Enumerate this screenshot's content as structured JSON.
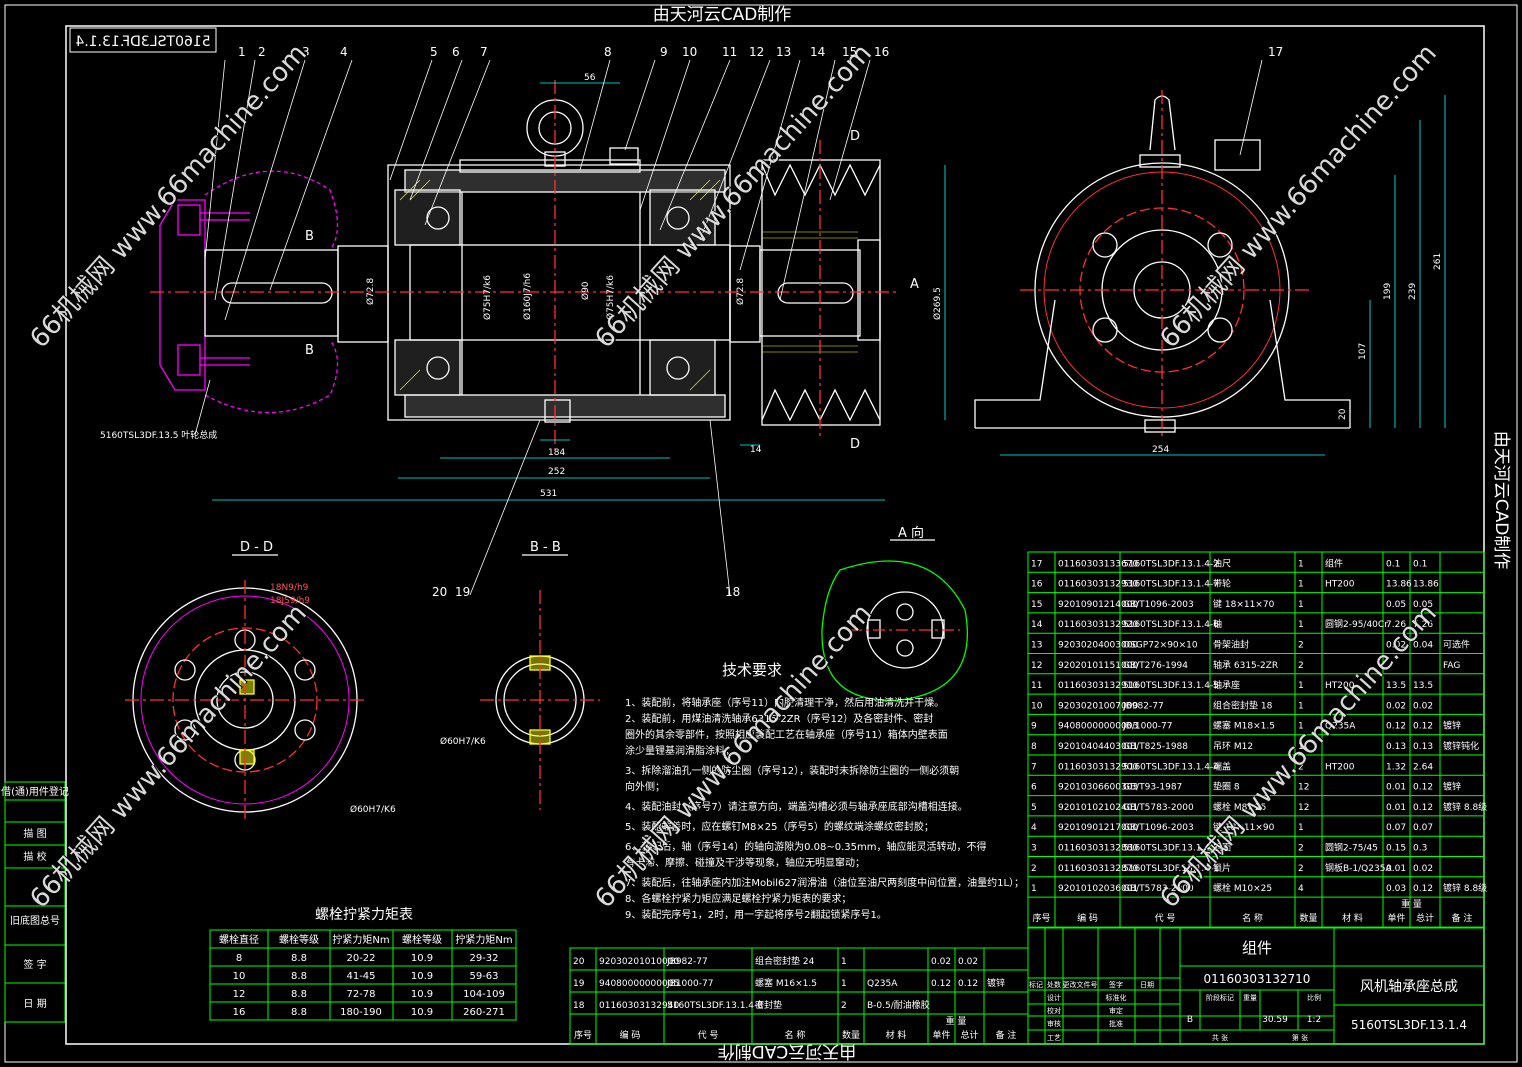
{
  "header": {
    "top_title": "由天河云CAD制作",
    "bottom_title": "由天河云CAD制作",
    "side_title": "由天河云CAD制作",
    "mirrored_code": "5160TSL3DF.13.1.4"
  },
  "balloons": [
    "1",
    "2",
    "3",
    "4",
    "5",
    "6",
    "7",
    "8",
    "9",
    "10",
    "11",
    "12",
    "13",
    "14",
    "15",
    "16",
    "17",
    "18",
    "19",
    "20"
  ],
  "views": {
    "dd": "D - D",
    "bb": "B - B",
    "a_view": "A 向",
    "section_marks": [
      "B",
      "B",
      "A",
      "D",
      "D"
    ]
  },
  "dims": {
    "d531": "531",
    "d252": "252",
    "d184": "184",
    "d14": "14",
    "d254": "254",
    "d56": "56",
    "d261": "261",
    "d239": "239",
    "d199": "199",
    "d107": "107",
    "d20": "20",
    "phi_outer": "Ø269.5",
    "phi90": "Ø90",
    "phi75a": "Ø75H7/k6",
    "phi160": "Ø160J7/h6",
    "phi75b": "Ø75H7/k6",
    "phi728a": "Ø72.8",
    "phi728b": "Ø72.8",
    "phi60a": "Ø60H7/K6",
    "phi60b": "Ø60H7/K6",
    "fit1": "18N9/h9",
    "fit2": "18JS9/h9"
  },
  "leader_note": "5160TSL3DF.13.5 叶轮总成",
  "tech_req": {
    "title": "技术要求",
    "lines": [
      "1、装配前，将轴承座（序号11）内腔清理干净，然后用油清洗并干燥。",
      "2、装配前，用煤油清洗轴承6315-2ZR（序号12）及各密封件、密封",
      "   圈外的其余零部件，按照相应装配工艺在轴承座（序号11）箱体内壁表面",
      "   涂少量锂基润滑脂涂料；",
      "3、拆除溜油孔一侧的防尘圈（序号12），装配时未拆除防尘圈的一侧必须朝",
      "   向外侧；",
      "4、装配油封（序号7）请注意方向，端盖沟槽必须与轴承座底部沟槽相连接。",
      "5、装配端盖时，应在螺钉M8×25（序号5）的螺纹端涂螺纹密封胶；",
      "6、装配后，轴（序号14）的轴向游隙为0.08~0.35mm，轴应能灵活转动，不得",
      "   有卡滞、摩擦、碰撞及干涉等现象，轴应无明显窜动；",
      "7、装配后，往轴承座内加注Mobil627润滑油（油位至油尺两刻度中间位置，油量约1L）；",
      "8、各螺栓拧紧力矩应满足螺栓拧紧力矩表的要求；",
      "9、装配完序号1，2时，用一字起将序号2翻起锁紧序号1。"
    ]
  },
  "torque_table": {
    "title": "螺栓拧紧力矩表",
    "headers": [
      "螺栓直径",
      "螺栓等级",
      "拧紧力矩Nm",
      "螺栓等级",
      "拧紧力矩Nm"
    ],
    "rows": [
      [
        "8",
        "8.8",
        "20-22",
        "10.9",
        "29-32"
      ],
      [
        "10",
        "8.8",
        "41-45",
        "10.9",
        "59-63"
      ],
      [
        "12",
        "8.8",
        "72-78",
        "10.9",
        "104-109"
      ],
      [
        "16",
        "8.8",
        "180-190",
        "10.9",
        "260-271"
      ]
    ]
  },
  "left_stamps": [
    "借(通)用件登记",
    "描  图",
    "描  校",
    "旧底图总号",
    "签  字",
    "日  期"
  ],
  "bom_right": {
    "rows": [
      [
        "17",
        "01160303133670",
        "5160TSL3DF.13.1.4-2",
        "油尺",
        "1",
        "组件",
        "0.1",
        "0.1",
        ""
      ],
      [
        "16",
        "01160303132930",
        "5160TSL3DF.13.1.4-7",
        "带轮",
        "1",
        "HT200",
        "13.86",
        "13.86",
        ""
      ],
      [
        "15",
        "92010901214000",
        "GB/T1096-2003",
        "键 18×11×70",
        "1",
        "",
        "0.05",
        "0.05",
        ""
      ],
      [
        "14",
        "01160303132920",
        "5160TSL3DF.13.1.4-6",
        "轴",
        "1",
        "圆钢2-95/40Cr",
        "7.26",
        "7.26",
        ""
      ],
      [
        "13",
        "92030204003000",
        "OSGP72×90×10",
        "骨架油封",
        "2",
        "",
        "0.02",
        "0.04",
        "可选件"
      ],
      [
        "12",
        "92020101151000",
        "GB/T276-1994",
        "轴承 6315-2ZR",
        "2",
        "",
        "",
        "",
        "FAG"
      ],
      [
        "11",
        "01160303132910",
        "5160TSL3DF.13.1.4-5",
        "轴承座",
        "1",
        "HT200",
        "13.5",
        "13.5",
        ""
      ],
      [
        "10",
        "92030201007000",
        "JB982-77",
        "组合密封垫 18",
        "1",
        "",
        "0.02",
        "0.02",
        ""
      ],
      [
        "9",
        "94080000000003",
        "JB/1000-77",
        "螺塞 M18×1.5",
        "1",
        "Q235A",
        "0.12",
        "0.12",
        "镀锌"
      ],
      [
        "8",
        "92010404403001",
        "GB/T825-1988",
        "吊环 M12",
        "1",
        "",
        "0.13",
        "0.13",
        "镀锌钝化"
      ],
      [
        "7",
        "01160303132900",
        "5160TSL3DF.13.1.4-4",
        "端盖",
        "2",
        "HT200",
        "1.32",
        "2.64",
        ""
      ],
      [
        "6",
        "92010306600303",
        "GB/T93-1987",
        "垫圈 8",
        "12",
        "",
        "0.01",
        "0.12",
        "镀锌"
      ],
      [
        "5",
        "92010102102401",
        "GB/T5783-2000",
        "螺栓 M8×25",
        "12",
        "",
        "0.01",
        "0.12",
        "镀锌 8.8级"
      ],
      [
        "4",
        "92010901217000",
        "GB/T1096-2003",
        "键 18×11×90",
        "1",
        "",
        "0.07",
        "0.07",
        ""
      ],
      [
        "3",
        "01160303132880",
        "5160TSL3DF.13.1.4-3",
        "压圈",
        "2",
        "圆钢2-75/45",
        "0.15",
        "0.3",
        ""
      ],
      [
        "2",
        "01160303132870",
        "5160TSL3DF.13.1.4-1",
        "锁片",
        "2",
        "钢板B-1/Q235A",
        "0.01",
        "0.02",
        ""
      ],
      [
        "1",
        "92010102036001",
        "GB/T5783-2000",
        "螺栓 M10×25",
        "4",
        "",
        "0.03",
        "0.12",
        "镀锌 8.8级"
      ]
    ],
    "headers": [
      "序号",
      "编  码",
      "代  号",
      "名  称",
      "数量",
      "材  料",
      "单件",
      "总计",
      "备  注"
    ],
    "weight_header": "重  量"
  },
  "bom_left": {
    "rows": [
      [
        "20",
        "92030201010000",
        "JB982-77",
        "组合密封垫 24",
        "1",
        "",
        "0.02",
        "0.02",
        ""
      ],
      [
        "19",
        "94080000000005",
        "JB1000-77",
        "螺塞 M16×1.5",
        "1",
        "Q235A",
        "0.12",
        "0.12",
        "镀锌"
      ],
      [
        "18",
        "01160303132940",
        "5160TSL3DF.13.1.4-8",
        "密封垫",
        "2",
        "B-0.5/耐油橡胶",
        "",
        "",
        ""
      ]
    ],
    "headers": [
      "序号",
      "编  码",
      "代  号",
      "名  称",
      "数量",
      "材  料",
      "单件",
      "总计",
      "备  注"
    ],
    "weight_header": "重  量"
  },
  "title_block": {
    "component": "组件",
    "code": "01160303132710",
    "name": "风机轴承座总成",
    "drawing_no": "5160TSL3DF.13.1.4",
    "stage": "B",
    "weight": "30.59",
    "scale": "1:2",
    "labels": [
      "标记",
      "处数",
      "更改文件号",
      "签字",
      "日期",
      "设计",
      "校对",
      "审核",
      "工艺",
      "标准化",
      "审定",
      "批准",
      "阶段标记",
      "重量",
      "比例",
      "共 张",
      "第 张"
    ]
  },
  "watermarks": [
    "66机械网 www.66machine.com",
    "66机械网 www.66machine.com",
    "66机械网 www.66machine.com",
    "66机械网 www.66machine.com",
    "66机械网 www.66machine.com",
    "66机械网 www.66machine.com"
  ],
  "colors": {
    "line": "#ffffff",
    "part": "#00ff00",
    "dim": "#00ffff",
    "center": "#ff3030",
    "hatch": "#ffff00",
    "magenta": "#ff00ff",
    "table": "#00ff00",
    "text": "#ffffff"
  }
}
